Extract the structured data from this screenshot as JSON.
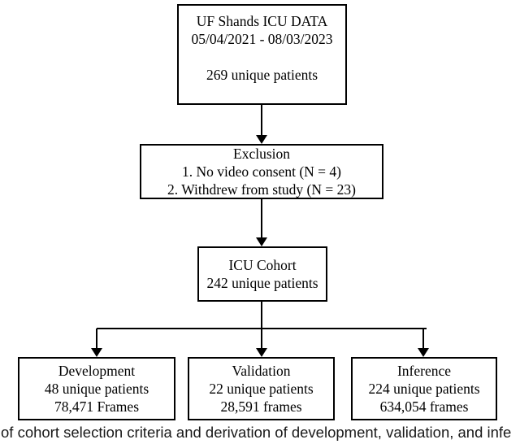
{
  "diagram": {
    "source": {
      "lines": [
        "UF Shands ICU DATA",
        "05/04/2021 - 08/03/2023",
        "269 unique patients"
      ]
    },
    "exclusion": {
      "lines": [
        "Exclusion",
        "1. No video consent (N = 4)",
        "2. Withdrew from study (N = 23)"
      ]
    },
    "cohort": {
      "lines": [
        "ICU Cohort",
        "242 unique patients"
      ]
    },
    "development": {
      "lines": [
        "Development",
        "48 unique patients",
        "78,471 Frames"
      ]
    },
    "validation": {
      "lines": [
        "Validation",
        "22 unique patients",
        "28,591 frames"
      ]
    },
    "inference": {
      "lines": [
        "Inference",
        "224 unique patients",
        "634,054 frames"
      ]
    },
    "edges": [
      {
        "from": "source",
        "to": "exclusion"
      },
      {
        "from": "exclusion",
        "to": "cohort"
      },
      {
        "from": "cohort",
        "to": "development"
      },
      {
        "from": "cohort",
        "to": "validation"
      },
      {
        "from": "cohort",
        "to": "inference"
      }
    ]
  },
  "caption": "of cohort selection criteria and derivation of development, validation, and infe",
  "colors": {
    "border": "#000000",
    "text": "#000000",
    "caption_text": "#1a1a1a",
    "background": "#ffffff"
  }
}
